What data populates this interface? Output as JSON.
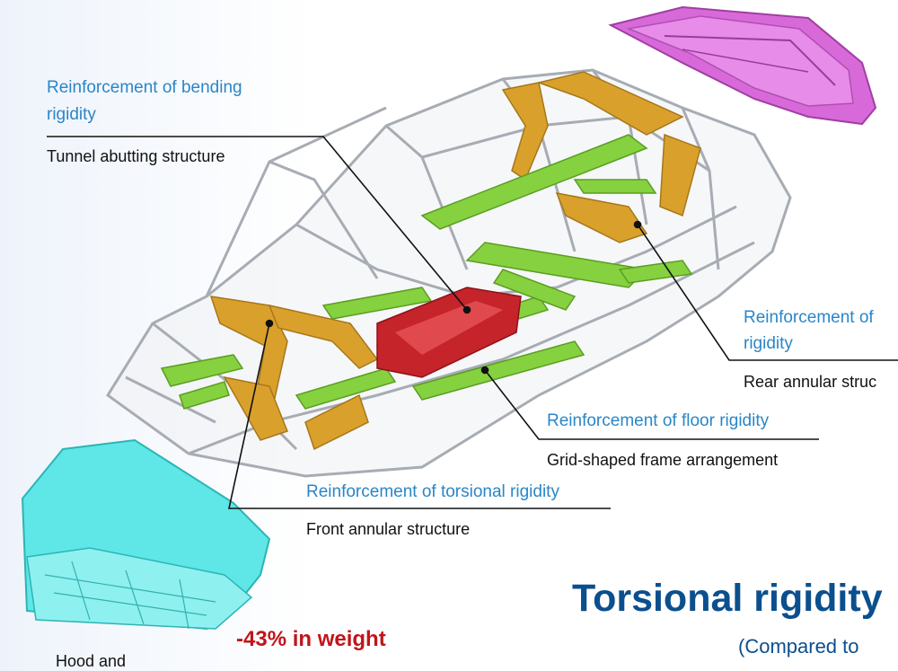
{
  "labels": {
    "bending_title_line1": "Reinforcement of bending",
    "bending_title_line2": "rigidity",
    "bending_desc": "Tunnel abutting structure",
    "rear_title_line1": "Reinforcement of",
    "rear_title_line2": "rigidity",
    "rear_desc": "Rear annular struc",
    "floor_title": "Reinforcement of floor rigidity",
    "floor_desc": "Grid-shaped frame arrangement",
    "torsional_title": "Reinforcement of torsional rigidity",
    "torsional_desc": "Front annular structure"
  },
  "headline": {
    "torsional_rigidity": "Torsional rigidity",
    "compared_to": "(Compared to"
  },
  "weight_note": "-43% in weight",
  "hood_label_partial": "Hood and",
  "colors": {
    "label_blue": "#2a86c8",
    "headline_blue": "#0b4f8e",
    "red_text": "#c0151b",
    "frame_gray": "#9aa0a8",
    "orange_parts": "#d9a12c",
    "green_parts": "#7fd13b",
    "red_tunnel": "#c4242a",
    "hood_cyan": "#5fe6e6",
    "trunk_magenta": "#d45fd6"
  }
}
